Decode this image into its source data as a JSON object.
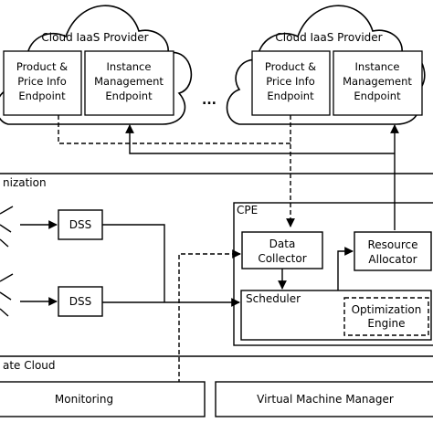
{
  "clouds": [
    {
      "title": "Cloud IaaS Provider",
      "product_endpoint": [
        "Product &",
        "Price Info",
        "Endpoint"
      ],
      "instance_endpoint": [
        "Instance",
        "Management",
        "Endpoint"
      ]
    },
    {
      "title": "Cloud IaaS Provider",
      "product_endpoint": [
        "Product &",
        "Price Info",
        "Endpoint"
      ],
      "instance_endpoint": [
        "Instance",
        "Management",
        "Endpoint"
      ]
    }
  ],
  "ellipsis": "...",
  "organization_label": "nization",
  "private_cloud_label": "ate Cloud",
  "dss": [
    "DSS",
    "DSS"
  ],
  "cpe": {
    "label": "CPE",
    "data_collector": [
      "Data",
      "Collector"
    ],
    "resource_allocator": [
      "Resource",
      "Allocator"
    ],
    "scheduler": "Scheduler",
    "optimization_engine": [
      "Optimization",
      "Engine"
    ]
  },
  "monitoring": "Monitoring",
  "vm_manager": "Virtual Machine Manager"
}
